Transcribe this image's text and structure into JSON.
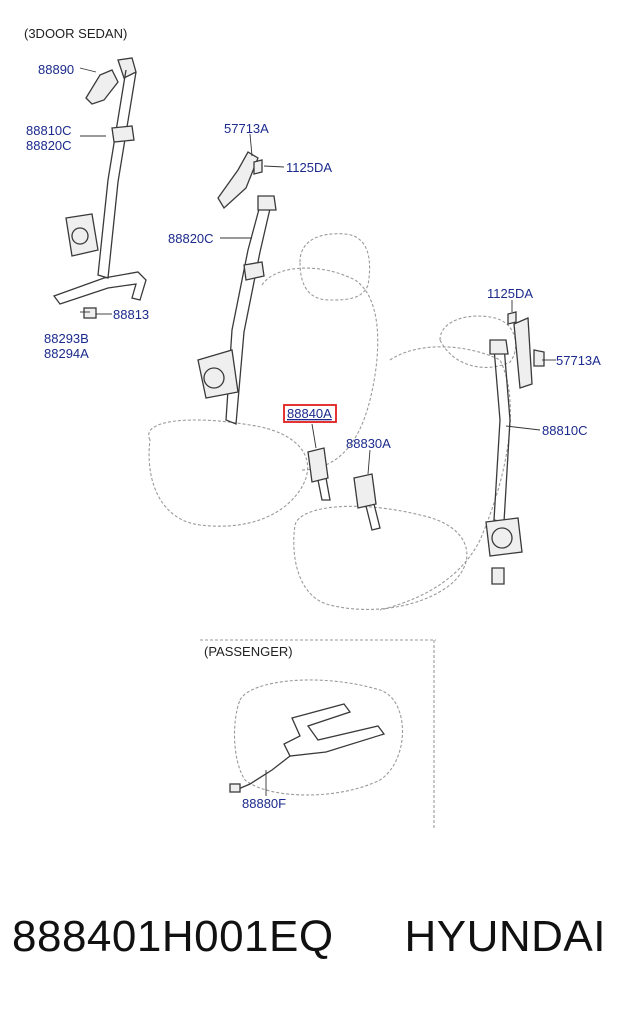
{
  "diagram": {
    "section_labels": {
      "top": "(3DOOR SEDAN)",
      "passenger": "(PASSENGER)"
    },
    "callouts": {
      "c88890": "88890",
      "c88810c_left": "88810C",
      "c88820c_left": "88820C",
      "c88293b": "88293B",
      "c88294a": "88294A",
      "c88813": "88813",
      "c57713a_mid": "57713A",
      "c1125da_mid": "1125DA",
      "c88820c_mid": "88820C",
      "c88840a": "88840A",
      "c88830a": "88830A",
      "c1125da_right": "1125DA",
      "c57713a_right": "57713A",
      "c88810c_right": "88810C",
      "c88880f": "88880F"
    },
    "highlighted_part": "88840A",
    "highlight_color": "#e0201d",
    "label_color": "#1b2a8c"
  },
  "footer": {
    "part_number": "888401H001EQ",
    "brand": "HYUNDAI"
  }
}
